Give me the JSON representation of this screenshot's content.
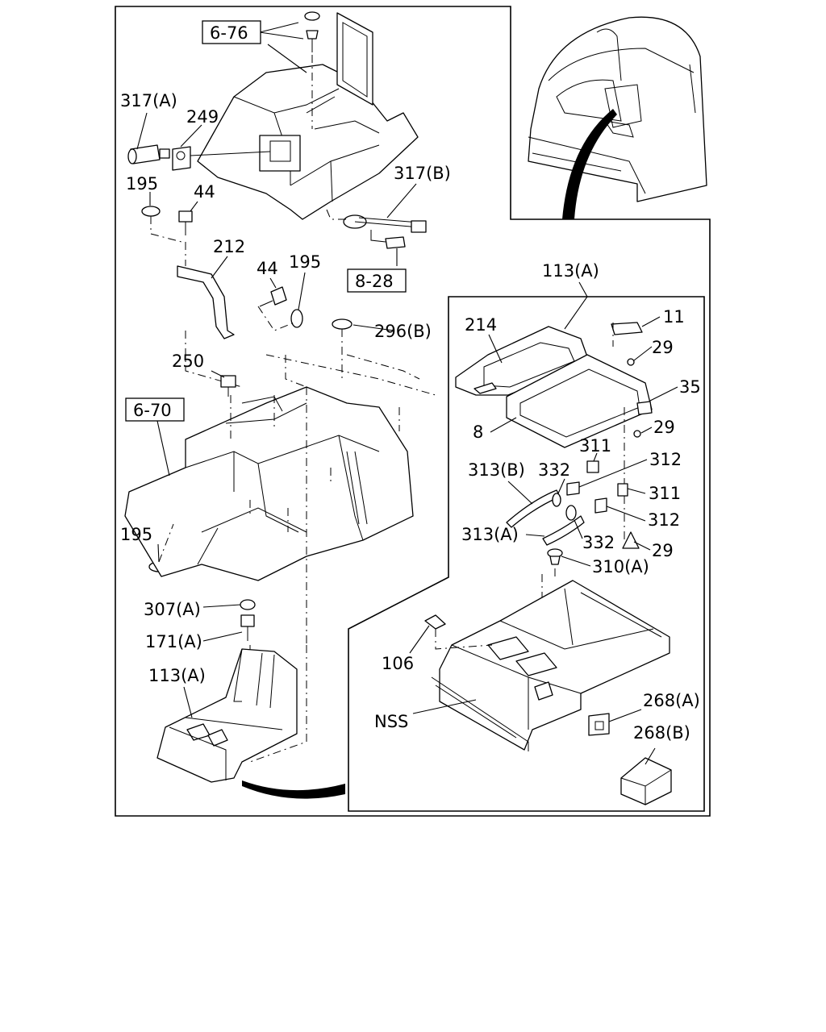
{
  "refs": {
    "r6_76": "6-76",
    "r8_28": "8-28",
    "r6_70": "6-70"
  },
  "labels": {
    "p317a": "317(A)",
    "p249": "249",
    "p195a": "195",
    "p44a": "44",
    "p212": "212",
    "p44b": "44",
    "p195b": "195",
    "p317b": "317(B)",
    "p296b": "296(B)",
    "p250": "250",
    "p195c": "195",
    "p307a": "307(A)",
    "p171a": "171(A)",
    "p113a_left": "113(A)",
    "p113a_right": "113(A)",
    "p214": "214",
    "p11": "11",
    "p29a": "29",
    "p35": "35",
    "p8": "8",
    "p29b": "29",
    "p311a": "311",
    "p312a": "312",
    "p313b": "313(B)",
    "p332a": "332",
    "p311b": "311",
    "p312b": "312",
    "p313a": "313(A)",
    "p332b": "332",
    "p29c": "29",
    "p310a": "310(A)",
    "p106": "106",
    "pNSS": "NSS",
    "p268a": "268(A)",
    "p268b": "268(B)"
  },
  "icons": [
    "truck-cab-icon",
    "screw-icon",
    "bolt-icon",
    "cup-holder-icon",
    "clip-icon"
  ]
}
